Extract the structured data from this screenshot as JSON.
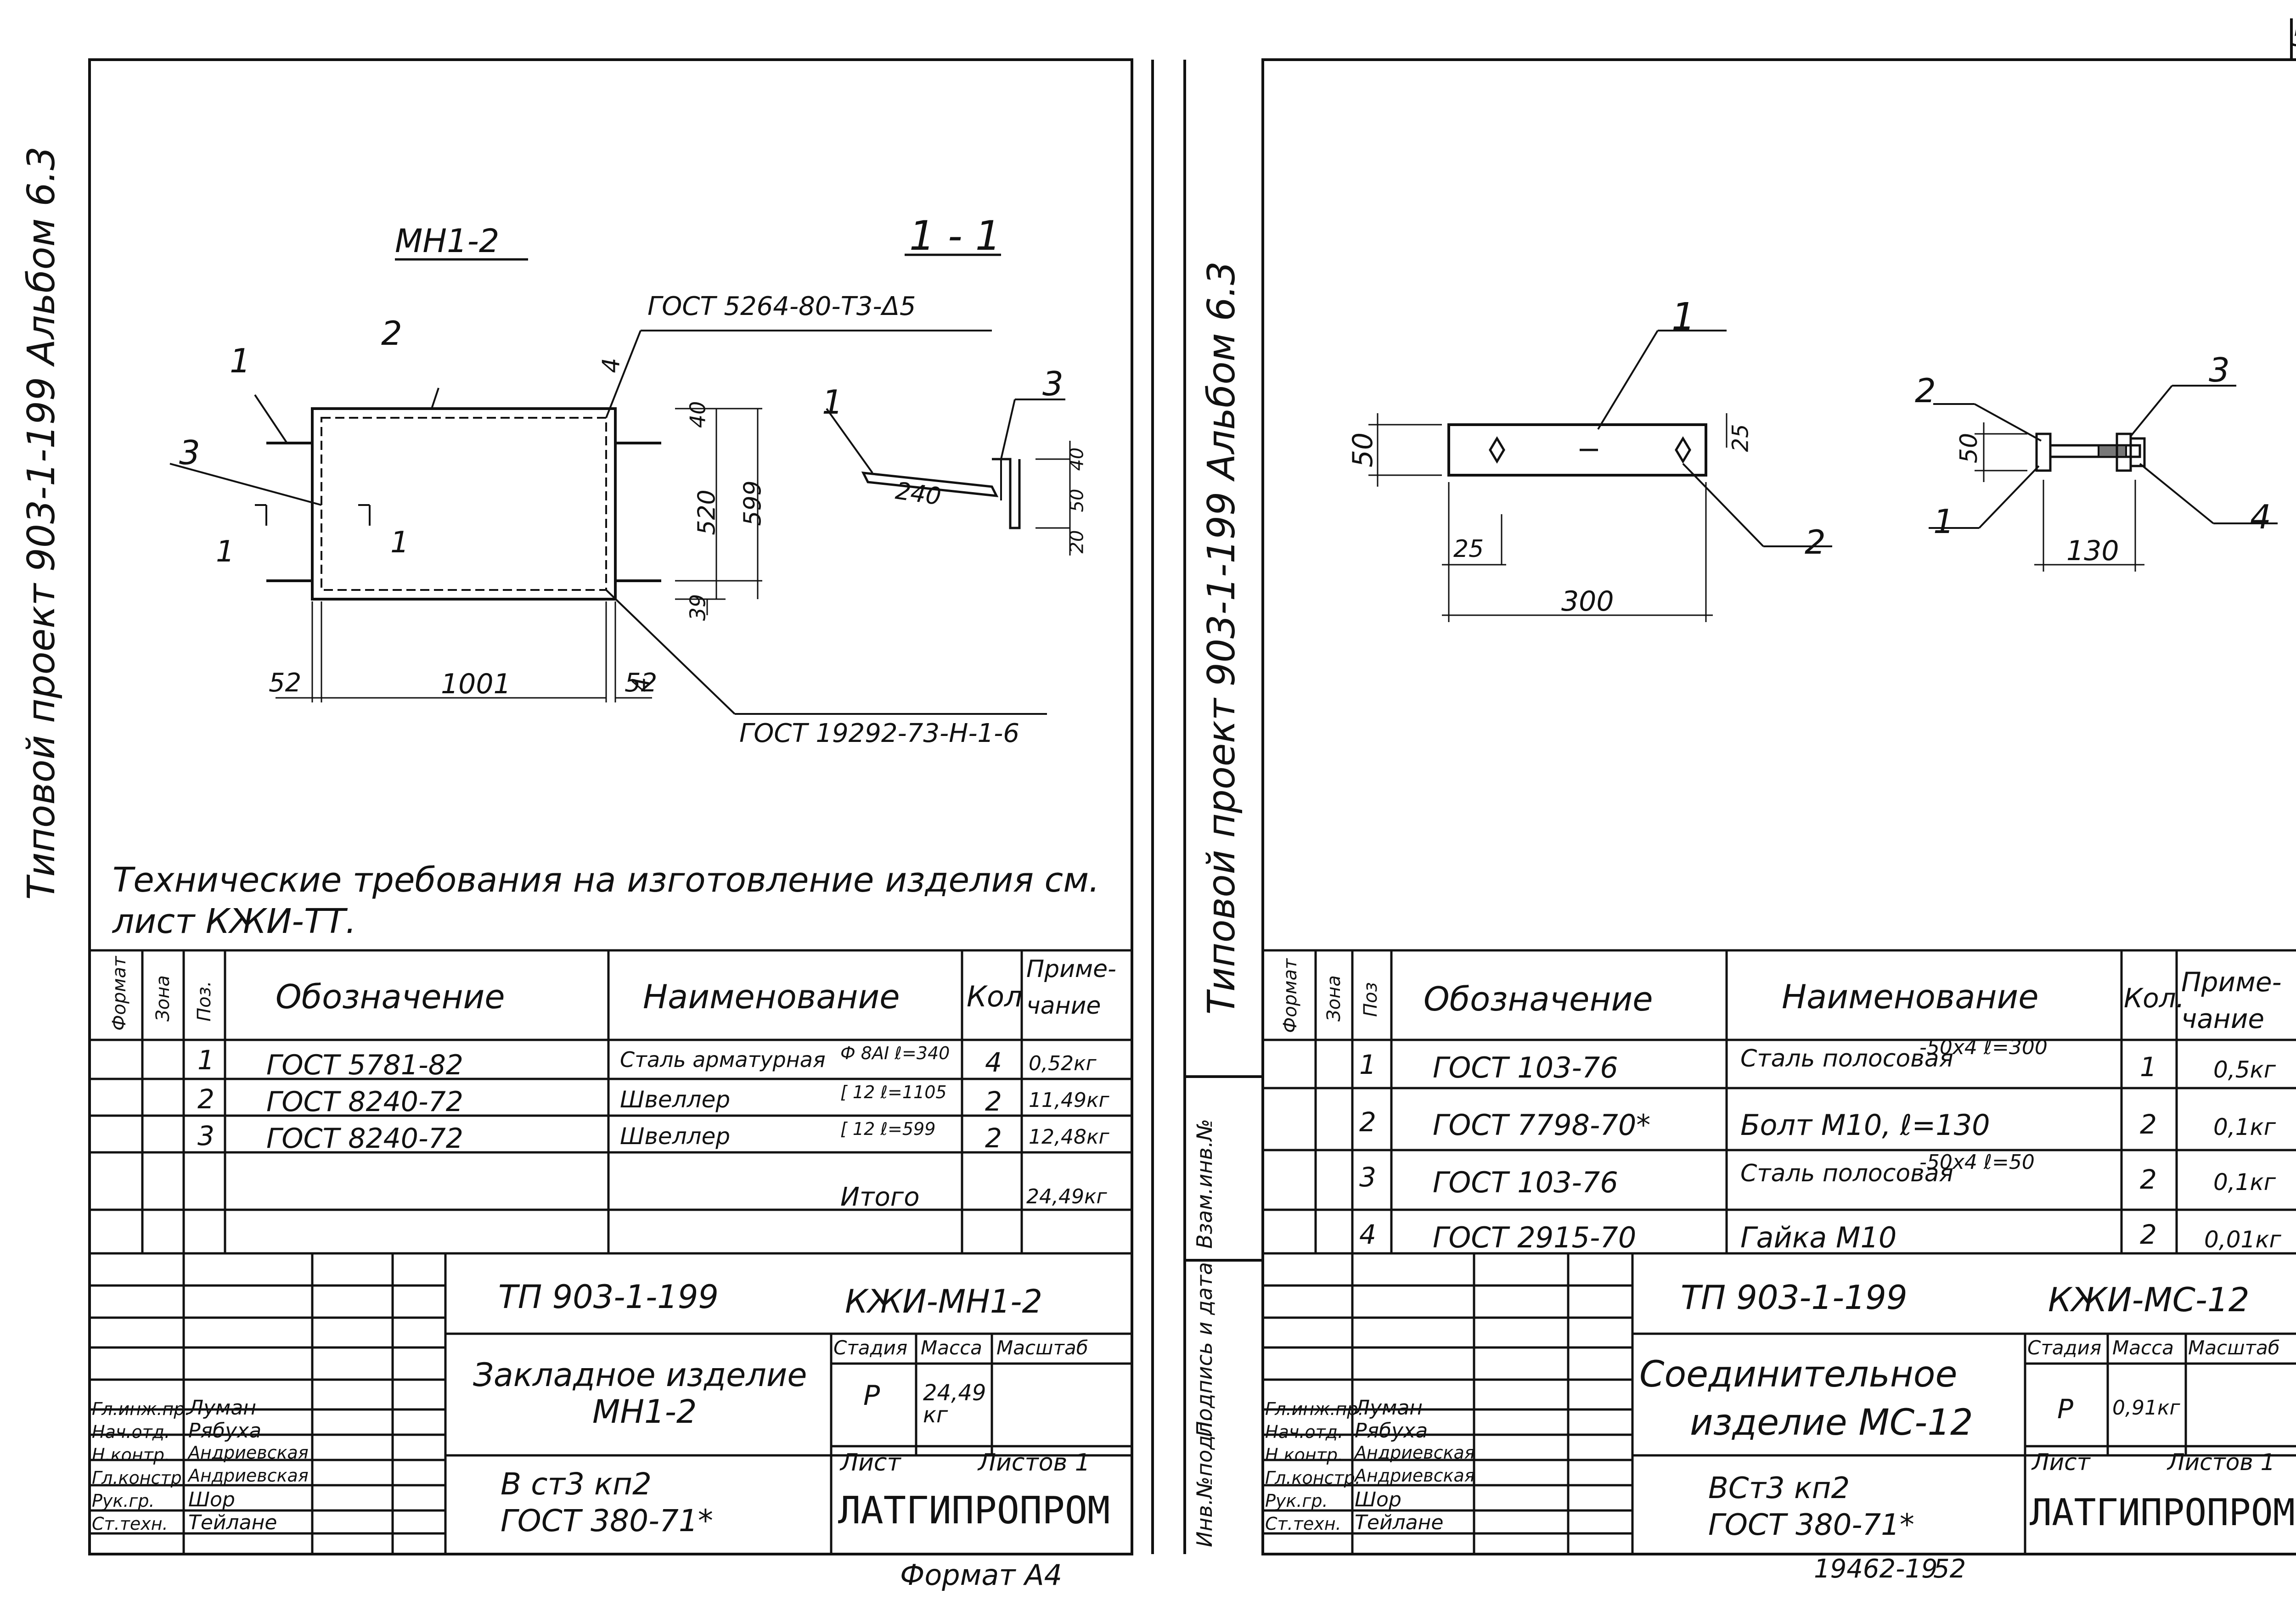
{
  "page_number": "51",
  "footer": {
    "format": "Формат А4",
    "doc_no": "19462-19",
    "page_no": "52"
  },
  "left": {
    "side_label": "Типовой проект 903-1-199   Альбом 6.3",
    "detail_title": "МН1-2",
    "section_title": "1 - 1",
    "weld_note": "ГОСТ 5264-80-Т3-Δ5",
    "weld_note2": "ГОСТ 19292-73-Н-1-6",
    "callouts": [
      "1",
      "2",
      "3",
      "4",
      "1",
      "3",
      "4"
    ],
    "dims": {
      "w": "1001",
      "side_l": "52",
      "side_r": "52",
      "h1": "40",
      "h2": "520",
      "h3": "599",
      "h4": "39",
      "sec_len": "240",
      "sec_a": "40",
      "sec_b": "50",
      "sec_c": "20"
    },
    "section_marks": [
      "1",
      "1"
    ],
    "tech_note_1": "Технические требования на изготовление изделия см.",
    "tech_note_2": "лист  КЖИ-ТТ.",
    "table": {
      "headers": {
        "format": "Формат",
        "zone": "Зона",
        "pos": "Поз.",
        "designation": "Обозначение",
        "name": "Наименование",
        "qty": "Кол",
        "note_1": "Приме-",
        "note_2": "чание"
      },
      "rows": [
        {
          "pos": "1",
          "designation": "ГОСТ 5781-82",
          "name": "Сталь арматурная",
          "spec": "Ф 8АI ℓ=340",
          "qty": "4",
          "note": "0,52кг"
        },
        {
          "pos": "2",
          "designation": "ГОСТ 8240-72",
          "name": "Швеллер",
          "spec": "[ 12 ℓ=1105",
          "qty": "2",
          "note": "11,49кг"
        },
        {
          "pos": "3",
          "designation": "ГОСТ 8240-72",
          "name": "Швеллер",
          "spec": "[ 12 ℓ=599",
          "qty": "2",
          "note": "12,48кг"
        }
      ],
      "total_label": "Итого",
      "total_value": "24,49кг"
    },
    "stamp": {
      "code": "ТП 903-1-199",
      "sheet_code": "КЖИ-МН1-2",
      "title_1": "Закладное изделие",
      "title_2": "МН1-2",
      "stage_h": "Стадия",
      "mass_h": "Масса",
      "scale_h": "Масштаб",
      "stage": "Р",
      "mass": "24,49 кг",
      "sheet_h": "Лист",
      "sheets_h": "Листов 1",
      "material_1": "В ст3 кп2",
      "material_2": "ГОСТ 380-71*",
      "org": "ЛАТГИПРОПРОМ",
      "people": [
        {
          "role": "Гл.инж.пр.",
          "name": "Луман"
        },
        {
          "role": "Нач.отд.",
          "name": "Рябуха"
        },
        {
          "role": "Н.контр.",
          "name": "Андриевская"
        },
        {
          "role": "Гл.констр.",
          "name": "Андриевская"
        },
        {
          "role": "Рук.гр.",
          "name": "Шор"
        },
        {
          "role": "Ст.техн.",
          "name": "Тейлане"
        }
      ]
    }
  },
  "right": {
    "side_label": "Типовой проект 903-1-199   Альбом 6.3",
    "binding_labels": [
      "Инв.№подл.",
      "Подпись и дата",
      "Взам.инв.№"
    ],
    "callouts": [
      "1",
      "2",
      "2",
      "3",
      "1",
      "4"
    ],
    "dims": {
      "h": "50",
      "len": "300",
      "off": "25",
      "hole": "25",
      "b_h": "50",
      "b_len": "130"
    },
    "table": {
      "headers": {
        "format": "Формат",
        "zone": "Зона",
        "pos": "Поз",
        "designation": "Обозначение",
        "name": "Наименование",
        "qty": "Кол.",
        "note_1": "Приме-",
        "note_2": "чание"
      },
      "rows": [
        {
          "pos": "1",
          "designation": "ГОСТ 103-76",
          "name": "Сталь полосовая",
          "spec": "-50х4 ℓ=300",
          "qty": "1",
          "note": "0,5кг"
        },
        {
          "pos": "2",
          "designation": "ГОСТ 7798-70*",
          "name": "Болт М10, ℓ=130",
          "spec": "",
          "qty": "2",
          "note": "0,1кг"
        },
        {
          "pos": "3",
          "designation": "ГОСТ 103-76",
          "name": "Сталь полосовая",
          "spec": "-50х4 ℓ=50",
          "qty": "2",
          "note": "0,1кг"
        },
        {
          "pos": "4",
          "designation": "ГОСТ 2915-70",
          "name": "Гайка М10",
          "spec": "",
          "qty": "2",
          "note": "0,01кг"
        }
      ]
    },
    "stamp": {
      "code": "ТП 903-1-199",
      "sheet_code": "КЖИ-МС-12",
      "title_1": "Соединительное",
      "title_2": "изделие МС-12",
      "stage_h": "Стадия",
      "mass_h": "Масса",
      "scale_h": "Масштаб",
      "stage": "Р",
      "mass": "0,91кг",
      "sheet_h": "Лист",
      "sheets_h": "Листов 1",
      "material_1": "ВСт3 кп2",
      "material_2": "ГОСТ 380-71*",
      "org": "ЛАТГИПРОПРОМ",
      "people": [
        {
          "role": "Гл.инж.пр.",
          "name": "Луман"
        },
        {
          "role": "Нач.отд.",
          "name": "Рябуха"
        },
        {
          "role": "Н.контр.",
          "name": "Андриевская"
        },
        {
          "role": "Гл.констр.",
          "name": "Андриевская"
        },
        {
          "role": "Рук.гр.",
          "name": "Шор"
        },
        {
          "role": "Ст.техн.",
          "name": "Тейлане"
        }
      ]
    }
  }
}
